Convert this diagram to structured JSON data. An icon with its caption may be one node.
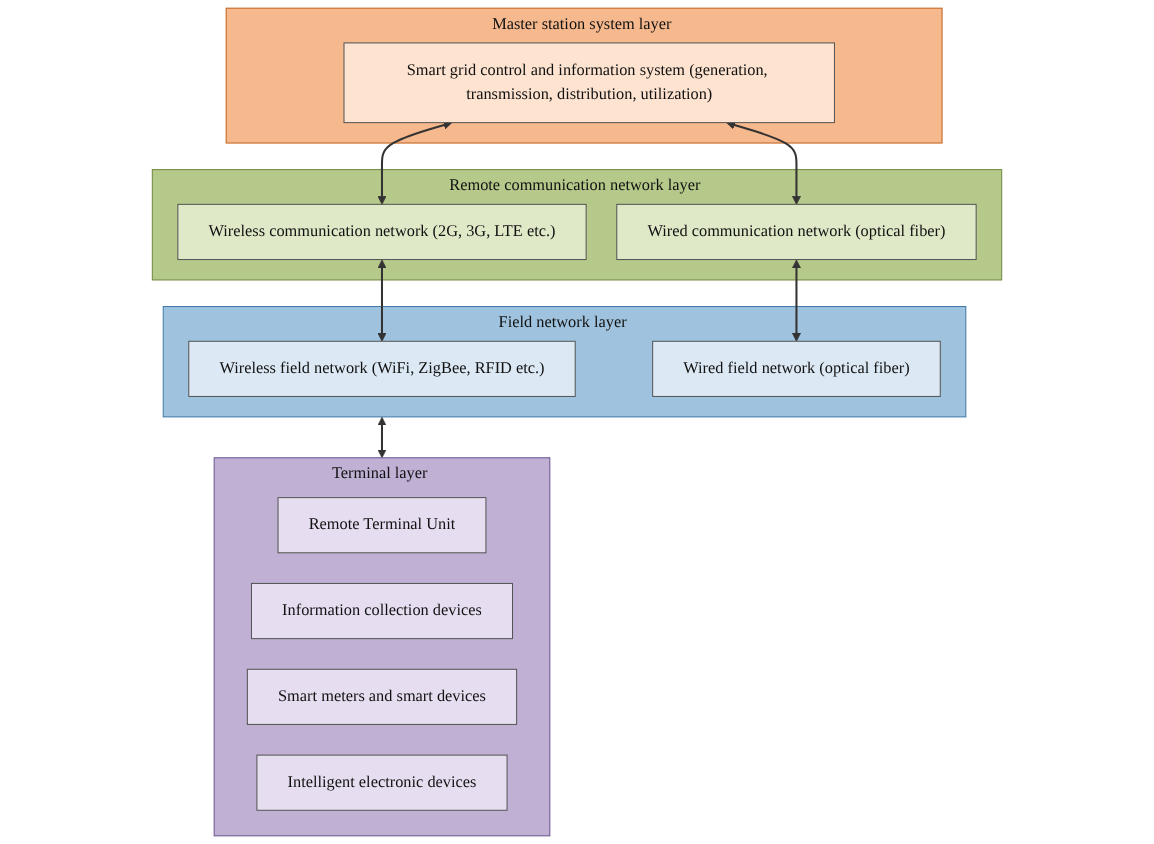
{
  "diagram": {
    "nodes": [
      {
        "text": [
          "Master station system layer"
        ]
      },
      {
        "text": [
          "Smart grid control and information system (generation, transmission, distribution, utilization)"
        ],
        "in": 0
      },
      {
        "text": [
          "Remote communication network layer"
        ]
      },
      {
        "text": [
          "Wireless communication network (2G, 3G, LTE etc.)"
        ],
        "in": 2
      },
      {
        "text": [
          "Wired communication network (optical fiber)"
        ],
        "in": 2
      },
      {
        "text": [
          "Field network layer"
        ]
      },
      {
        "text": [
          "Wireless field network (WiFi, ZigBee, RFID etc.)"
        ],
        "in": 5
      },
      {
        "text": [
          "Wired field network (optical fiber)"
        ],
        "in": 5
      },
      {
        "text": [
          "Terminal layer"
        ]
      },
      {
        "text": [
          "Remote Terminal Unit"
        ],
        "in": 8
      },
      {
        "text": [
          "Information collection devices"
        ],
        "in": 8
      },
      {
        "text": [
          "Smart meters and smart devices"
        ],
        "in": 8
      },
      {
        "text": [
          "Intelligent electronic devices"
        ],
        "in": 8
      }
    ],
    "edges": [
      {
        "from": 1,
        "to": 3,
        "arrow": "both"
      },
      {
        "from": 1,
        "to": 4,
        "arrow": "both"
      },
      {
        "from": 3,
        "to": 6,
        "arrow": "both"
      },
      {
        "from": 4,
        "to": 7,
        "arrow": "both"
      },
      {
        "from": 5,
        "to": 8,
        "arrow": "both"
      }
    ]
  }
}
